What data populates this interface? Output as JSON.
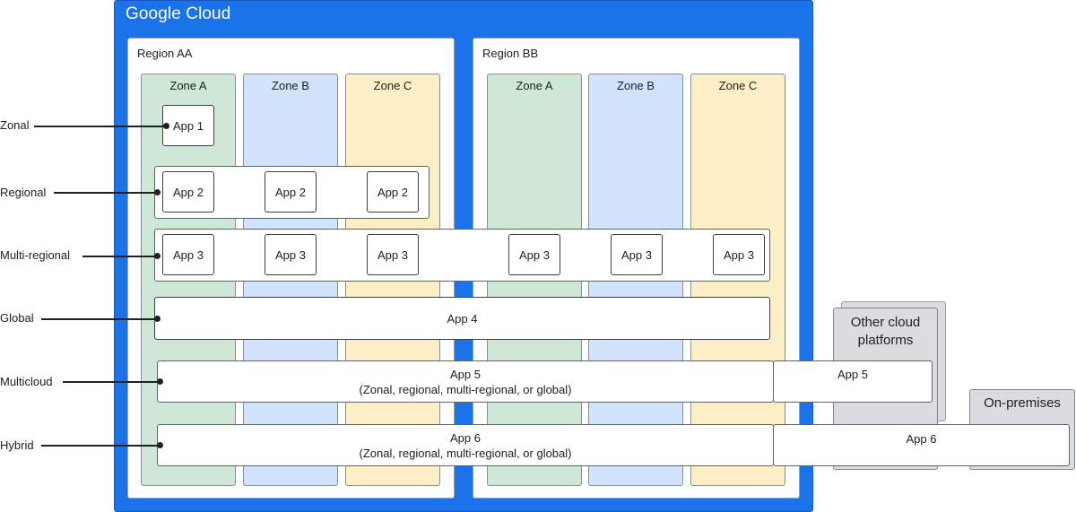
{
  "cloud_title": "Google Cloud",
  "regions": [
    {
      "label": "Region AA",
      "zones": [
        "Zone A",
        "Zone B",
        "Zone C"
      ]
    },
    {
      "label": "Region BB",
      "zones": [
        "Zone A",
        "Zone B",
        "Zone C"
      ]
    }
  ],
  "row_labels": [
    "Zonal",
    "Regional",
    "Multi-regional",
    "Global",
    "Multicloud",
    "Hybrid"
  ],
  "apps": {
    "zonal": "App 1",
    "regional": "App 2",
    "multi_regional": "App 3",
    "global": "App 4",
    "multicloud_main": "App 5",
    "multicloud_sub": "(Zonal, regional, multi-regional, or global)",
    "multicloud_external": "App 5",
    "hybrid_main": "App 6",
    "hybrid_sub": "(Zonal, regional, multi-regional, or global)",
    "hybrid_external": "App 6"
  },
  "external": {
    "other_clouds": "Other cloud platforms",
    "on_premises": "On-premises"
  },
  "colors": {
    "gcp_blue": "#1a73e8",
    "zone_a": "#cfe7d6",
    "zone_b": "#d2e3fc",
    "zone_c": "#fcefc5",
    "external_gray": "#dadce0"
  }
}
